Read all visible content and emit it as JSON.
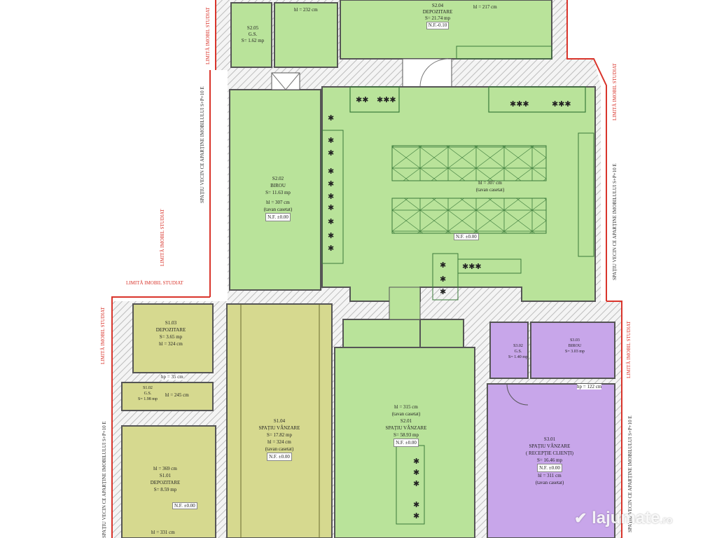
{
  "colors": {
    "green": "#b9e39a",
    "olive": "#d6d98f",
    "purple": "#c8a6ea",
    "wall": "#555555",
    "hatch": "#cfcfcf",
    "limit": "#d9342b",
    "dim": "#3a7a3a"
  },
  "labels": {
    "limit_top": "LIMITĂ IMOBIL STUDIAT",
    "limit_left_upper": "LIMITĂ IMOBIL STUDIAT",
    "limit_mid": "LIMITĂ IMOBIL STUDIAT",
    "limit_left_lower": "LIMITĂ IMOBIL STUDIAT",
    "limit_right_upper": "LIMITĂ IMOBIL STUDIAT",
    "limit_right_lower": "LIMITĂ IMOBIL STUDIAT",
    "neighbor_left_upper": "SPAȚIU VECIN CE APARȚINE IMOBILULUI S+P+10 E",
    "neighbor_left_lower": "SPAȚIU VECIN CE APARȚINE IMOBILULUI S+P+10 E",
    "neighbor_right_upper": "SPAȚIU VECIN CE APARȚINE IMOBILULUI S+P+10 E",
    "neighbor_right_lower": "SPAȚIU VECIN CE APARȚINE IMOBILULUI S+P+10 E"
  },
  "rooms": {
    "s204": {
      "code": "S2.04",
      "name": "DEPOZITARE",
      "area": "S= 21.74 mp",
      "level": "N.F.-0.10",
      "height": "hl = 217 cm"
    },
    "s205": {
      "code": "S2.05",
      "name": "G.S.",
      "area": "S= 1.62 mp"
    },
    "s205_height": "hl = 232 cm",
    "s202": {
      "code": "S2.02",
      "name": "BIROU",
      "area": "S= 11.63 mp",
      "height": "hl = 307 cm",
      "ceiling": "(tavan casetat)",
      "level": "N.F. ±0.00"
    },
    "main_hall": {
      "height": "hl = 307 cm",
      "ceiling": "(tavan casetat)",
      "level": "N.F. ±0.00"
    },
    "s103": {
      "code": "S1.03",
      "name": "DEPOZITARE",
      "area": "S= 3.65 mp",
      "height": "hl = 324 cm"
    },
    "s103_level": "hp = 35 cm",
    "s102": {
      "code": "S1.02",
      "name": "G.S.",
      "area": "S= 1.98 mp",
      "height": "hl = 245 cm"
    },
    "s101": {
      "code": "S1.01",
      "name": "DEPOZITARE",
      "area": "S= 8.59 mp",
      "height": "hl = 369 cm",
      "level": "N.F. ±0.00",
      "height_bottom": "hl = 331 cm"
    },
    "s104": {
      "code": "S1.04",
      "name": "SPAȚIU VÂNZARE",
      "area": "S= 17.82 mp",
      "height": "hl = 324 cm",
      "ceiling": "(tavan casetat)",
      "level": "N.F. ±0.00"
    },
    "s201": {
      "code": "S2.01",
      "name": "SPAȚIU VÂNZARE",
      "area": "S= 58.93 mp",
      "height": "hl = 315 cm",
      "ceiling": "(tavan casetat)",
      "level": "N.F. ±0.00"
    },
    "s302": {
      "code": "S3.02",
      "name": "G.S.",
      "area": "S= 1.40 mp"
    },
    "s303": {
      "code": "S3.03",
      "name": "BIROU",
      "area": "S= 3.03 mp"
    },
    "s303_height": "hp = 122 cm",
    "s301": {
      "code": "S3.01",
      "name": "SPAȚIU VÂNZARE",
      "subtitle": "( RECEPȚIE CLIENȚI)",
      "area": "S= 16.46 mp",
      "level": "N.F. ±0.00",
      "height": "hl = 311 cm",
      "ceiling": "(tavan casetat)"
    }
  },
  "watermark": {
    "brand": "lajumate",
    "suffix": ".ro"
  }
}
